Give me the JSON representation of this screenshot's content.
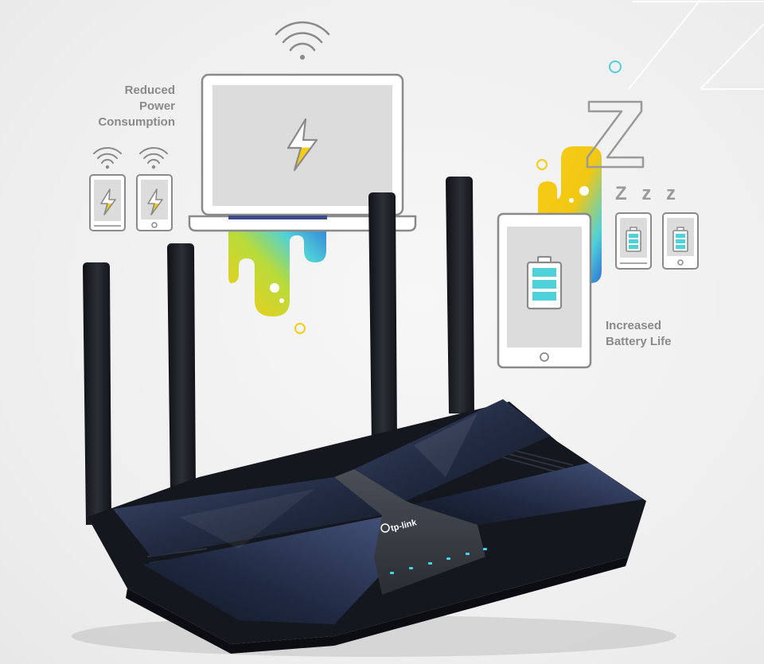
{
  "captions": {
    "reduced_power": "Reduced\nPower\nConsumption",
    "increased_battery": "Increased\nBattery Life"
  },
  "sleep_text": {
    "small": "Z z z"
  },
  "router": {
    "brand_logo_text": "tp-link",
    "antenna_count": 4,
    "status_led_count": 6
  },
  "icons": [
    "wifi-icon",
    "laptop-icon",
    "lightning-icon",
    "phone-icon",
    "tablet-icon",
    "battery-icon",
    "sleep-z-icon"
  ],
  "colors": {
    "router_body": "#1b2233",
    "router_panel": "#2a3550",
    "led": "#3fd6f0",
    "accent_yellow": "#f7cc16",
    "accent_cyan": "#4fd1d9",
    "accent_blue": "#2f6fd6",
    "line_gray": "#9a9a9a"
  }
}
